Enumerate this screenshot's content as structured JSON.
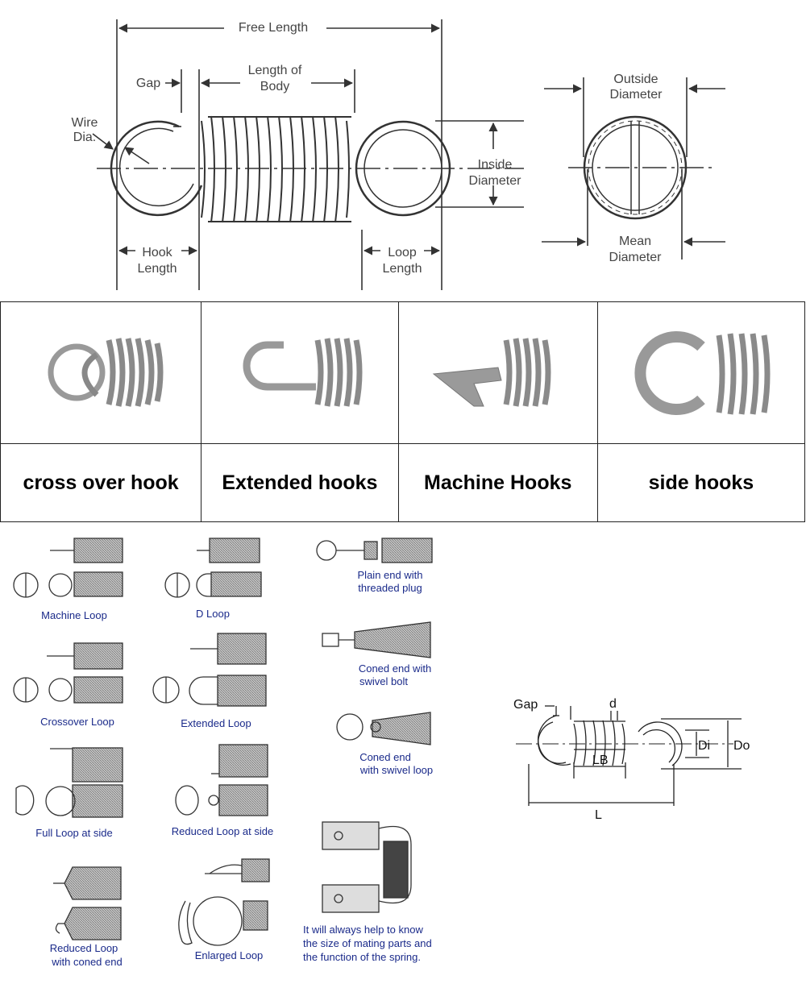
{
  "top_diagram": {
    "free_length": "Free Length",
    "gap": "Gap",
    "length_of_body": [
      "Length of",
      "Body"
    ],
    "wire_dia": [
      "Wire",
      "Dia."
    ],
    "inside_diameter": [
      "Inside",
      "Diameter"
    ],
    "hook_length": [
      "Hook",
      "Length"
    ],
    "loop_length": [
      "Loop",
      "Length"
    ],
    "outside_diameter": [
      "Outside",
      "Diameter"
    ],
    "mean_diameter": [
      "Mean",
      "Diameter"
    ]
  },
  "hook_types": [
    {
      "label": "cross over hook"
    },
    {
      "label": "Extended hooks"
    },
    {
      "label": "Machine Hooks"
    },
    {
      "label": "side hooks"
    }
  ],
  "end_types": {
    "machine_loop": "Machine Loop",
    "d_loop": "D Loop",
    "crossover_loop": "Crossover Loop",
    "extended_loop": "Extended Loop",
    "full_loop_at_side": "Full Loop at side",
    "reduced_loop_at_side": "Reduced Loop at side",
    "reduced_loop_coned_end": [
      "Reduced Loop",
      "with coned end"
    ],
    "enlarged_loop": "Enlarged Loop",
    "plain_end_threaded_plug": [
      "Plain end with",
      "threaded plug"
    ],
    "coned_end_swivel_bolt": [
      "Coned end with",
      "swivel bolt"
    ],
    "coned_end_swivel_loop": [
      "Coned end",
      "with swivel loop"
    ],
    "mating_note": [
      "It will always help to know",
      "the size of mating parts and",
      "the function of the spring."
    ]
  },
  "dimension_diagram": {
    "gap": "Gap",
    "d": "d",
    "di": "Di",
    "do": "Do",
    "lb": "LB",
    "l": "L"
  },
  "colors": {
    "caption": "#1a2a8a",
    "line": "#333333",
    "spring_fill": "#aaaaaa"
  }
}
